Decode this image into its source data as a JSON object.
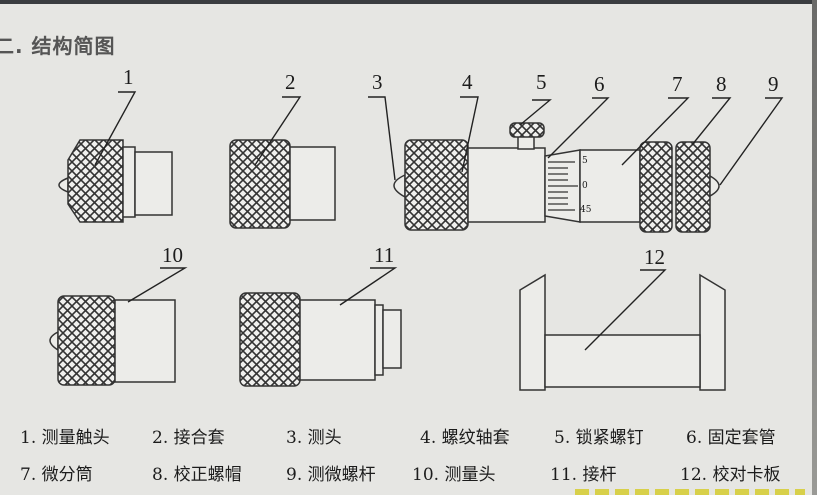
{
  "title": "二. 结构简图",
  "callouts": [
    "1",
    "2",
    "3",
    "4",
    "5",
    "6",
    "7",
    "8",
    "9",
    "10",
    "11",
    "12"
  ],
  "scale_marks": [
    "5",
    "0",
    "45"
  ],
  "legend": [
    [
      "1. 测量触头",
      "2. 接合套",
      "3. 测头",
      "4. 螺纹轴套",
      "5. 锁紧螺钉",
      "6. 固定套管"
    ],
    [
      "7. 微分筒",
      "8. 校正螺帽",
      "9. 测微螺杆",
      "10. 测量头",
      "11. 接杆",
      "12. 校对卡板"
    ]
  ]
}
